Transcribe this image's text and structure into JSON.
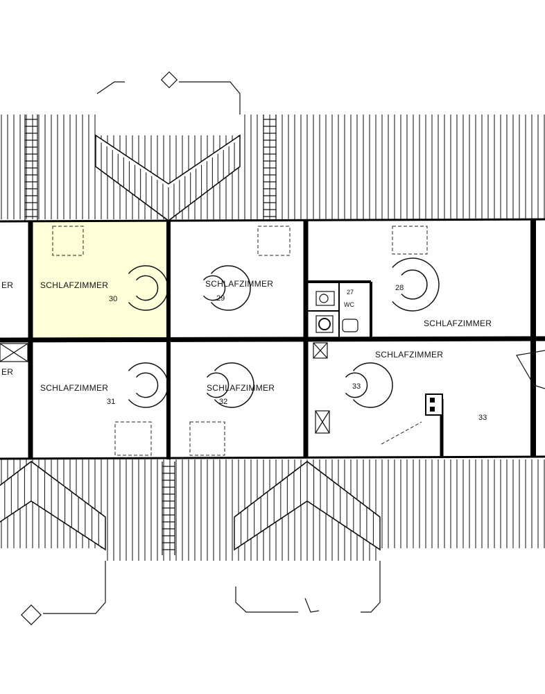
{
  "rooms": [
    {
      "id": "left-edge-upper",
      "label": "ER",
      "number": ""
    },
    {
      "id": "room-30",
      "label": "SCHLAFZIMMER",
      "number": "30",
      "highlight": "#ffffd9"
    },
    {
      "id": "room-29",
      "label": "SCHLAFZIMMER",
      "number": "29"
    },
    {
      "id": "room-28",
      "label": "SCHLAFZIMMER",
      "number": "28"
    },
    {
      "id": "room-27",
      "label": "WC",
      "number": "27"
    },
    {
      "id": "left-edge-lower",
      "label": "ER",
      "number": ""
    },
    {
      "id": "room-31",
      "label": "SCHLAFZIMMER",
      "number": "31"
    },
    {
      "id": "room-32",
      "label": "SCHLAFZIMMER",
      "number": "32"
    },
    {
      "id": "room-33",
      "label": "SCHLAFZIMMER",
      "number": "33"
    },
    {
      "id": "room-33b",
      "label": "",
      "number": "33"
    }
  ]
}
